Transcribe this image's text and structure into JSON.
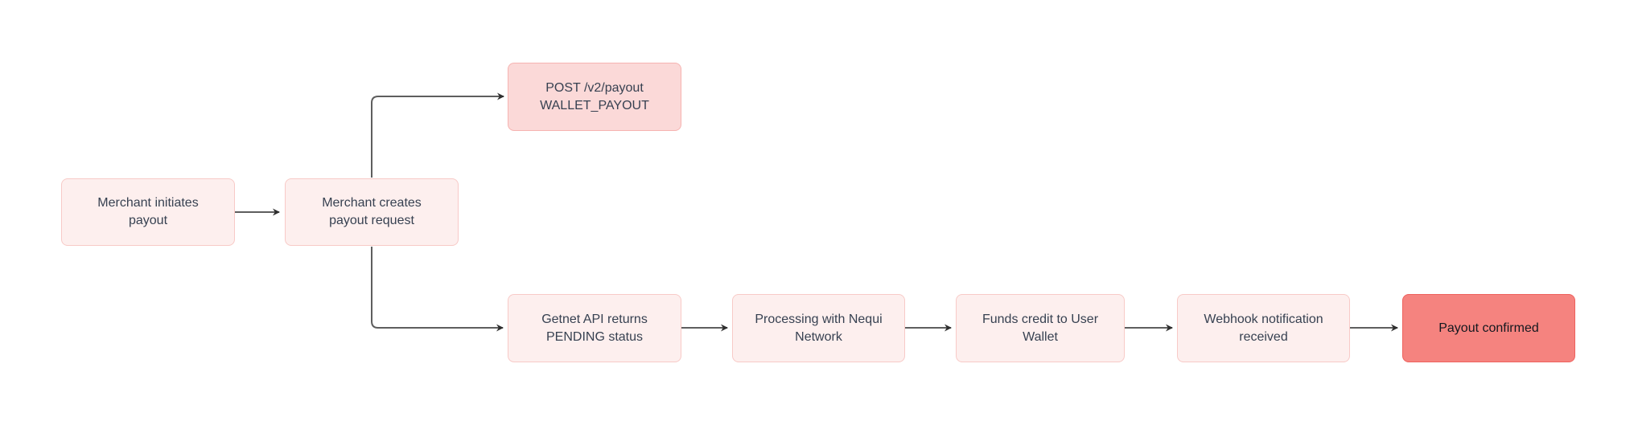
{
  "diagram": {
    "type": "flowchart",
    "direction": "left-to-right",
    "nodes": [
      {
        "id": "merchant-initiates",
        "style": "default",
        "lines": [
          "Merchant initiates",
          "payout"
        ]
      },
      {
        "id": "merchant-creates",
        "style": "default",
        "lines": [
          "Merchant creates",
          "payout request"
        ]
      },
      {
        "id": "post-v2-payout",
        "style": "api",
        "lines": [
          "POST /v2/payout",
          "WALLET_PAYOUT"
        ]
      },
      {
        "id": "getnet-pending",
        "style": "default",
        "lines": [
          "Getnet API returns",
          "PENDING status"
        ]
      },
      {
        "id": "processing-nequi",
        "style": "default",
        "lines": [
          "Processing with Nequi",
          "Network"
        ]
      },
      {
        "id": "funds-credit",
        "style": "default",
        "lines": [
          "Funds credit to User",
          "Wallet"
        ]
      },
      {
        "id": "webhook-received",
        "style": "default",
        "lines": [
          "Webhook notification",
          "received"
        ]
      },
      {
        "id": "payout-confirmed",
        "style": "final",
        "lines": [
          "Payout confirmed"
        ]
      }
    ],
    "edges": [
      {
        "from": "merchant-initiates",
        "to": "merchant-creates"
      },
      {
        "from": "merchant-creates",
        "to": "post-v2-payout"
      },
      {
        "from": "merchant-creates",
        "to": "getnet-pending"
      },
      {
        "from": "getnet-pending",
        "to": "processing-nequi"
      },
      {
        "from": "processing-nequi",
        "to": "funds-credit"
      },
      {
        "from": "funds-credit",
        "to": "webhook-received"
      },
      {
        "from": "webhook-received",
        "to": "payout-confirmed"
      }
    ]
  },
  "colors": {
    "background": "#ffffff",
    "node-fill": "#fdefee",
    "node-border": "#f8cac7",
    "api-fill": "#fbd9d8",
    "api-border": "#f6b3b1",
    "final-fill": "#f5837f",
    "final-border": "#ee615d",
    "edge-line": "#5e5e5e",
    "arrowhead": "#2e2e2e",
    "node-text": "#374151",
    "final-text": "#14181f"
  }
}
